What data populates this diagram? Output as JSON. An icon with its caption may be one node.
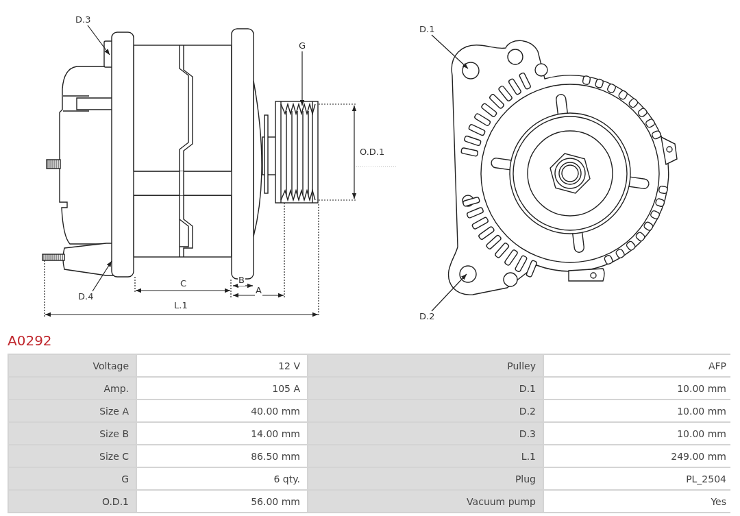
{
  "diagram": {
    "title": "A0292",
    "nodes": [
      {
        "text": [
          "D.3"
        ]
      },
      {
        "text": [
          "G"
        ]
      },
      {
        "text": [
          "D.1"
        ]
      },
      {
        "text": [
          "D.4"
        ]
      },
      {
        "text": [
          "D.2"
        ]
      }
    ],
    "edges": [
      {
        "from": 0,
        "to": null,
        "arrow": "to"
      },
      {
        "from": 1,
        "to": null,
        "arrow": "to"
      },
      {
        "from": 2,
        "to": null,
        "arrow": "to"
      },
      {
        "from": 3,
        "to": null,
        "arrow": "to"
      },
      {
        "from": 4,
        "to": null,
        "arrow": "to"
      }
    ],
    "labels": [
      "O.D.1",
      "C",
      "B",
      "A",
      "L.1",
      "Voltage",
      "12 V",
      "Pulley",
      "AFP",
      "Amp.",
      "105 A",
      "D.1",
      "10.00 mm",
      "Size A",
      "40.00 mm",
      "D.2",
      "10.00 mm",
      "Size B",
      "14.00 mm",
      "D.3",
      "10.00 mm",
      "Size C",
      "86.50 mm",
      "L.1",
      "249.00 mm",
      "G",
      "6 qty.",
      "Plug",
      "PL_2504",
      "O.D.1",
      "56.00 mm",
      "Vacuum pump",
      "Yes"
    ]
  }
}
